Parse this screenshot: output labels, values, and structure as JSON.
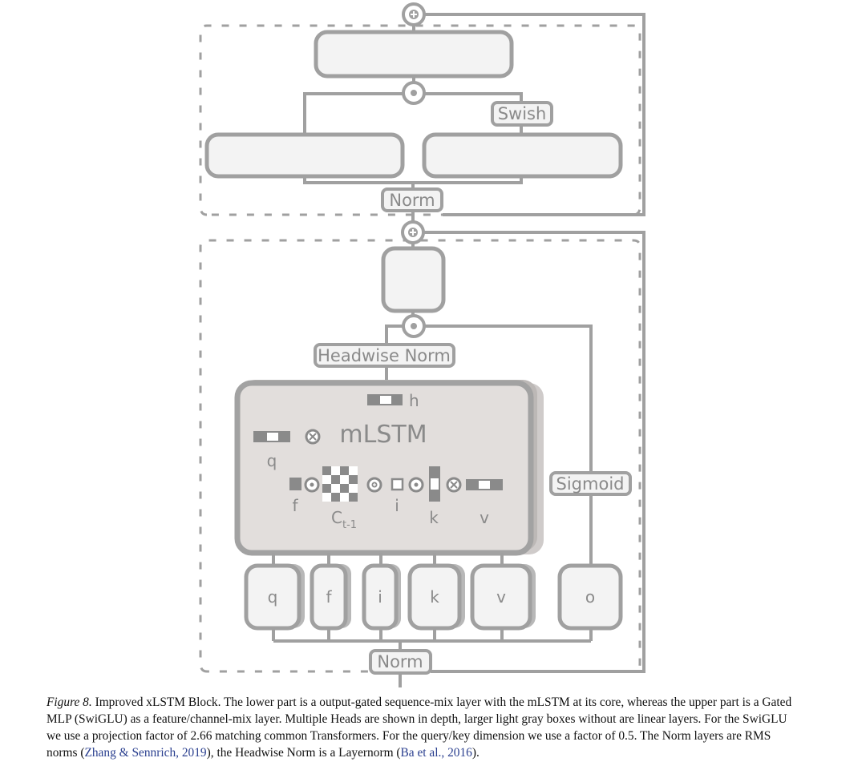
{
  "diagram": {
    "upper_block": {
      "swish_label": "Swish",
      "norm_label": "Norm"
    },
    "lower_block": {
      "headwise_norm_label": "Headwise Norm",
      "sigmoid_label": "Sigmoid",
      "norm_label": "Norm",
      "mlstm": {
        "title": "mLSTM",
        "h": "h",
        "q": "q",
        "f": "f",
        "c_base": "C",
        "c_sub": "t-1",
        "i": "i",
        "k": "k",
        "v": "v"
      },
      "projections": [
        "q",
        "f",
        "i",
        "k",
        "v",
        "o"
      ]
    }
  },
  "caption": {
    "figure_label": "Figure 8.",
    "text": " Improved xLSTM Block. The lower part is a output-gated sequence-mix layer with the mLSTM at its core, whereas the upper part is a Gated MLP (SwiGLU) as a feature/channel-mix layer. Multiple Heads are shown in depth, larger light gray boxes without are linear layers. For the SwiGLU we use a projection factor of 2.66 matching common Transformers. For the query/key dimension we use a factor of 0.5. The Norm layers are RMS norms (",
    "cite1": "Zhang & Sennrich, 2019",
    "mid": "), the Headwise Norm is a Layernorm (",
    "cite2": "Ba et al., 2016",
    "end": ")."
  }
}
